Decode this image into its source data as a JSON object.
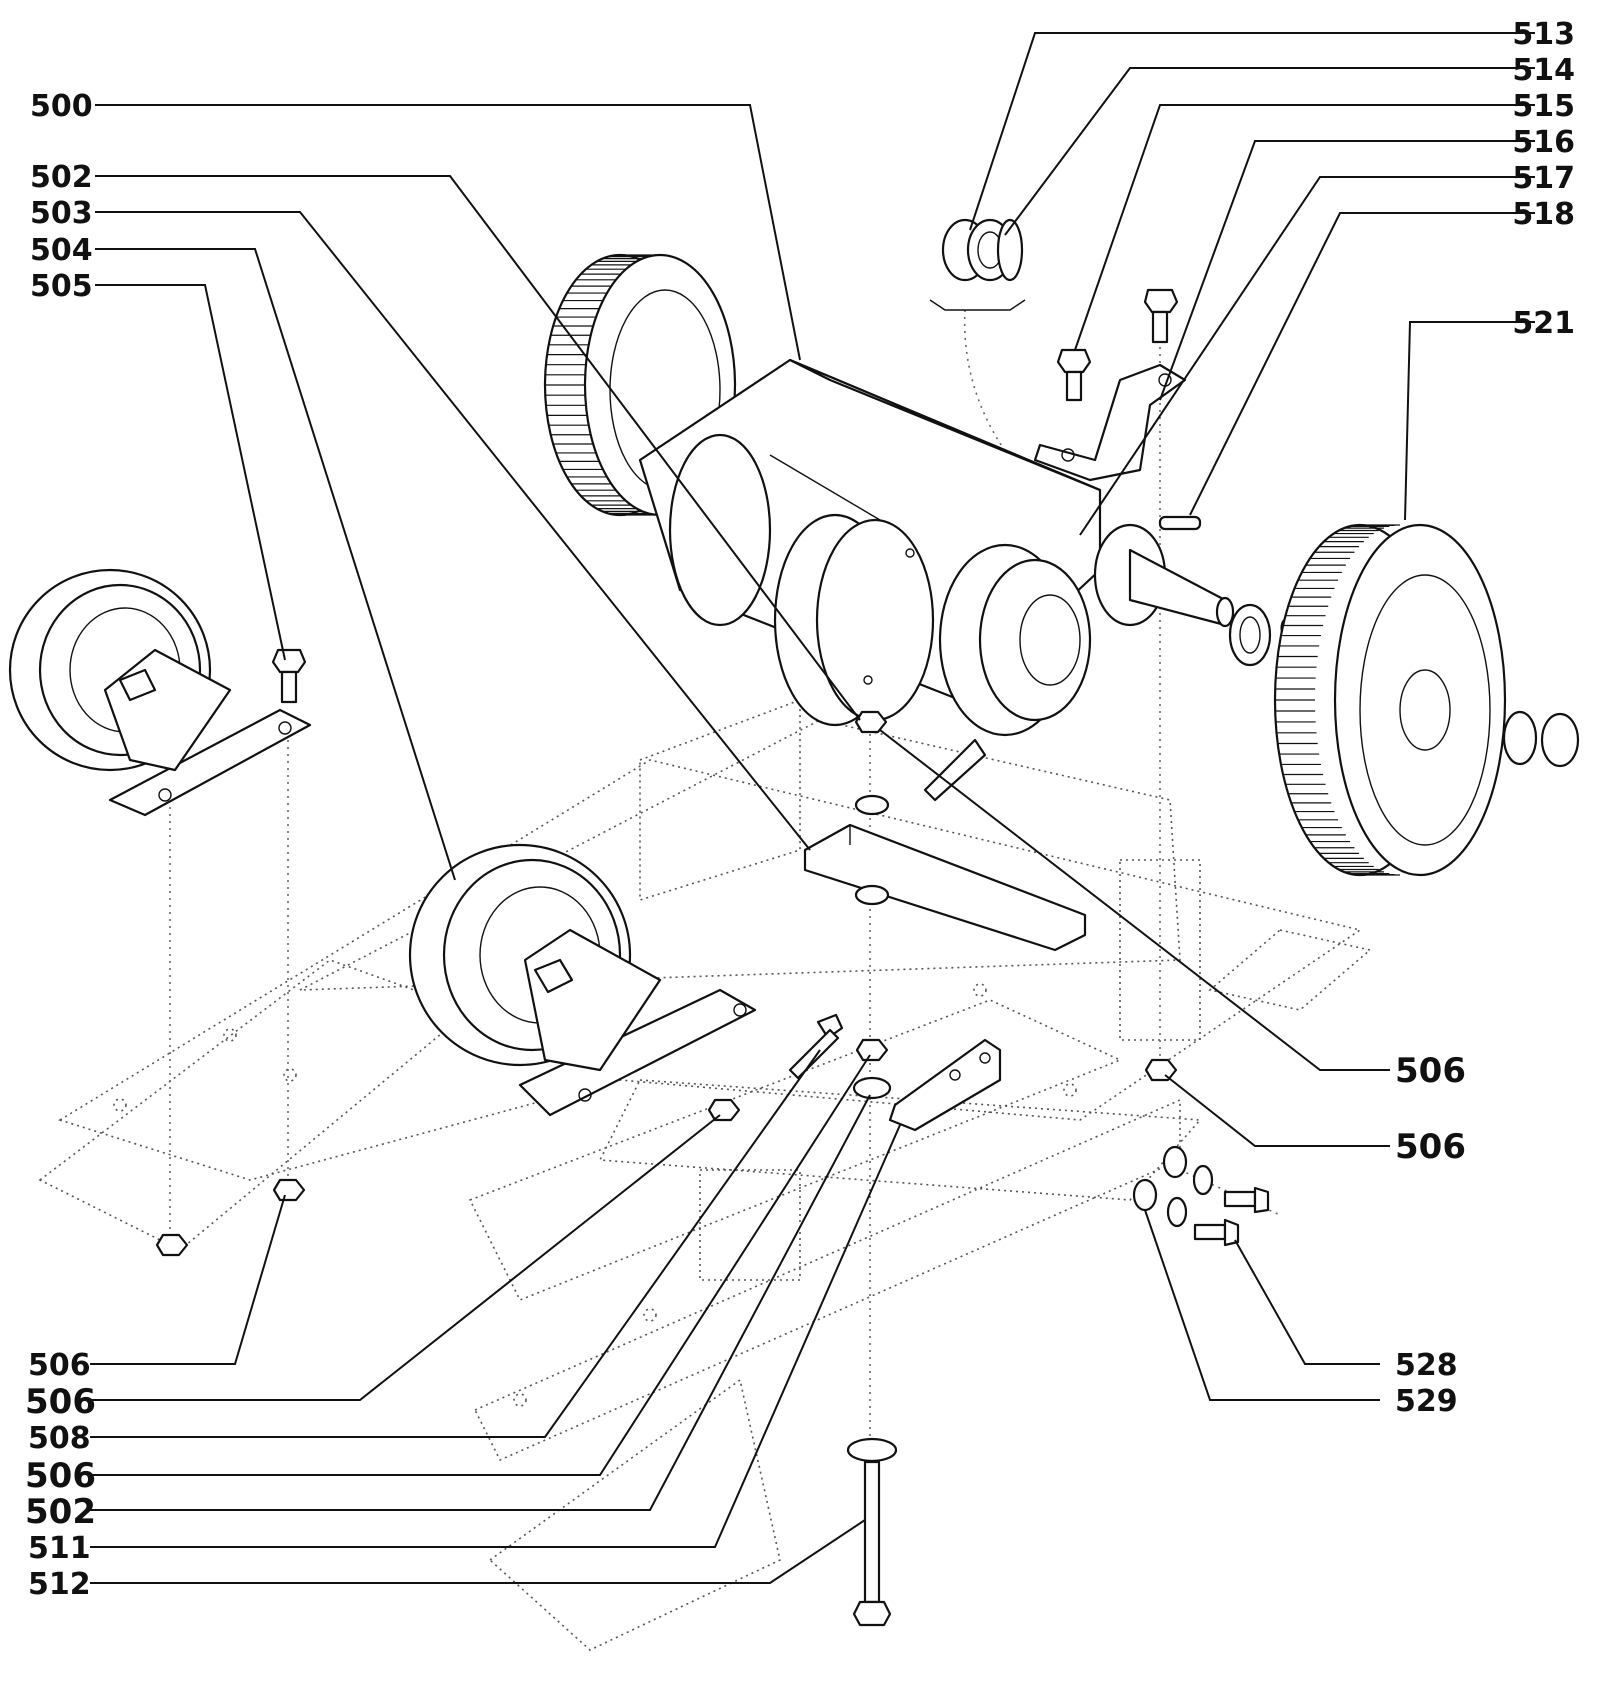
{
  "diagram": {
    "labels": [
      {
        "id": "lbl-513",
        "text": "513",
        "side": "right"
      },
      {
        "id": "lbl-514",
        "text": "514",
        "side": "right"
      },
      {
        "id": "lbl-515",
        "text": "515",
        "side": "right"
      },
      {
        "id": "lbl-516",
        "text": "516",
        "side": "right"
      },
      {
        "id": "lbl-517",
        "text": "517",
        "side": "right"
      },
      {
        "id": "lbl-518",
        "text": "518",
        "side": "right"
      },
      {
        "id": "lbl-521",
        "text": "521",
        "side": "right"
      },
      {
        "id": "lbl-500",
        "text": "500",
        "side": "left"
      },
      {
        "id": "lbl-502-top",
        "text": "502",
        "side": "left"
      },
      {
        "id": "lbl-503",
        "text": "503",
        "side": "left"
      },
      {
        "id": "lbl-504",
        "text": "504",
        "side": "left"
      },
      {
        "id": "lbl-505",
        "text": "505",
        "side": "left"
      },
      {
        "id": "lbl-506-right-a",
        "text": "506",
        "side": "right"
      },
      {
        "id": "lbl-506-right-b",
        "text": "506",
        "side": "right"
      },
      {
        "id": "lbl-528",
        "text": "528",
        "side": "right"
      },
      {
        "id": "lbl-529",
        "text": "529",
        "side": "right"
      },
      {
        "id": "lbl-506-left-a",
        "text": "506",
        "side": "left"
      },
      {
        "id": "lbl-506-left-b",
        "text": "506",
        "side": "left"
      },
      {
        "id": "lbl-508",
        "text": "508",
        "side": "left"
      },
      {
        "id": "lbl-506-left-c",
        "text": "506",
        "side": "left"
      },
      {
        "id": "lbl-502-bottom",
        "text": "502",
        "side": "left"
      },
      {
        "id": "lbl-511",
        "text": "511",
        "side": "left"
      },
      {
        "id": "lbl-512",
        "text": "512",
        "side": "left"
      }
    ]
  }
}
